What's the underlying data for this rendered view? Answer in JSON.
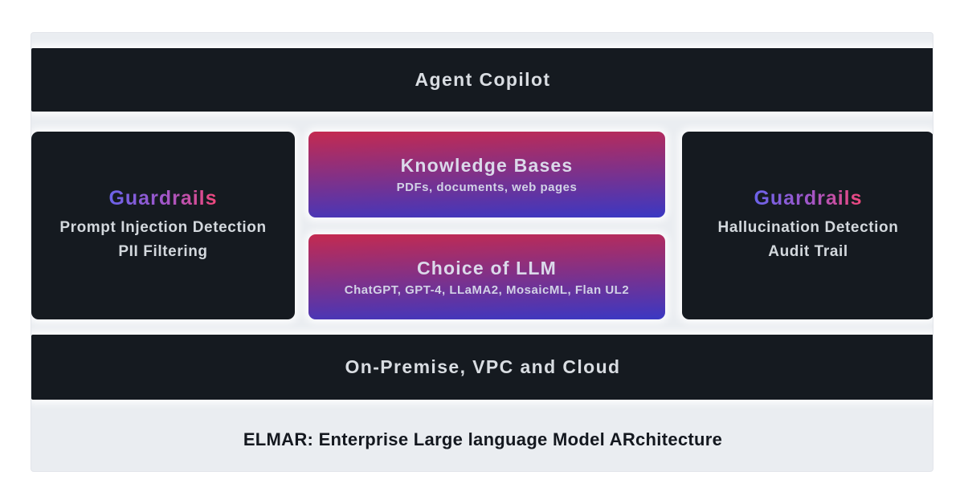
{
  "page": {
    "caption": "ELMAR: Enterprise Large language Model ARchitecture"
  },
  "colors": {
    "dark": "#151a20",
    "container_bg": "#eaedf1",
    "light_text": "#d9dde2",
    "box_line_text": "#d3d8dd",
    "grad_title_text": "#dbd9ea",
    "grad_subtitle_text": "#d2d2e6",
    "caption_text": "#14181f",
    "guardrails_gradient_start": "#6a63e9",
    "guardrails_gradient_end": "#f2477a",
    "box_gradient_top": "#c42a50",
    "box_gradient_bottom": "#3a38c3"
  },
  "top_bar": {
    "label": "Agent Copilot"
  },
  "left_guardrails": {
    "title": "Guardrails",
    "lines": [
      "Prompt Injection Detection",
      "PII Filtering"
    ]
  },
  "center": {
    "knowledge_bases": {
      "title": "Knowledge Bases",
      "subtitle": "PDFs, documents, web pages"
    },
    "choice_of_llm": {
      "title": "Choice of LLM",
      "subtitle": "ChatGPT, GPT-4, LLaMA2, MosaicML, Flan UL2"
    }
  },
  "right_guardrails": {
    "title": "Guardrails",
    "lines": [
      "Hallucination Detection",
      "Audit Trail"
    ]
  },
  "bottom_bar": {
    "label": "On-Premise, VPC and Cloud"
  }
}
